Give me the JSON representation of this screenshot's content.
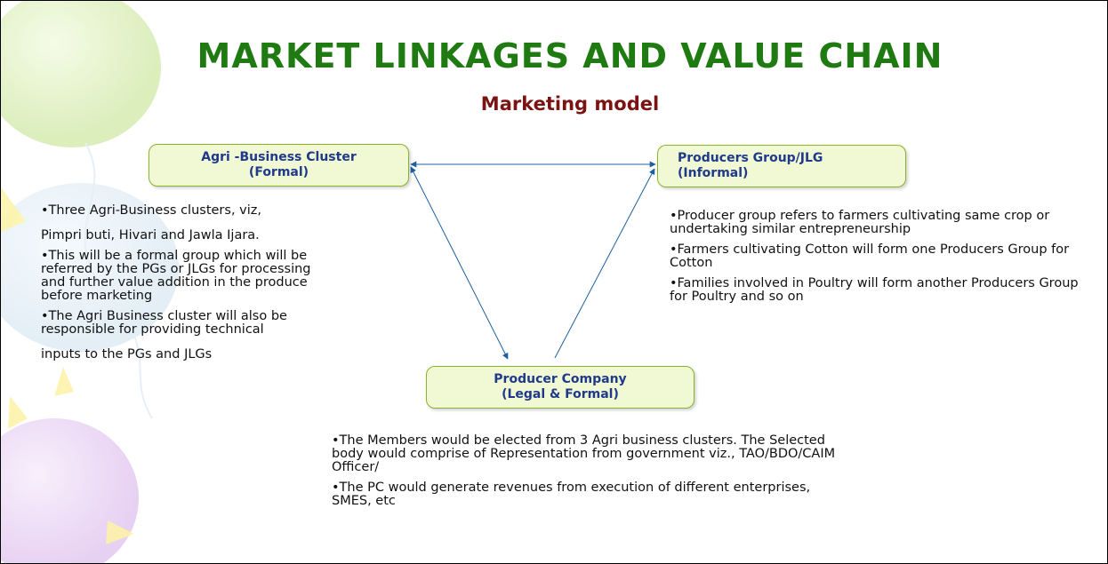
{
  "title": "MARKET LINKAGES AND VALUE CHAIN",
  "subtitle": "Marketing model",
  "nodes": {
    "abc": {
      "line1": "Agri -Business Cluster",
      "line2": "(Formal)"
    },
    "pg": {
      "line1": "Producers Group/JLG",
      "line2": "(Informal)"
    },
    "pc": {
      "line1": "Producer Company",
      "line2": "(Legal & Formal)"
    }
  },
  "left_text": {
    "b1_line1": "•Three Agri-Business clusters, viz,",
    "b1_line2": "Pimpri buti, Hivari and Jawla Ijara.",
    "b2": "•This will be a formal group which will be referred by the PGs or JLGs for processing and further value addition in the produce before marketing",
    "b3_line1": "•The Agri Business cluster will also be responsible for providing technical",
    "b3_line2": "inputs to the PGs and JLGs"
  },
  "right_text": {
    "b1": "•Producer group refers to farmers cultivating same crop or undertaking similar entrepreneurship",
    "b2": "•Farmers cultivating Cotton will form one Producers Group for Cotton",
    "b3": "•Families involved in Poultry will form another Producers Group for Poultry and so on"
  },
  "bottom_text": {
    "b1": "•The Members would be elected from 3 Agri business clusters. The Selected body would comprise of Representation from government viz., TAO/BDO/CAIM Officer/",
    "b2": "•The PC would generate revenues from execution of different enterprises, SMES, etc"
  },
  "colors": {
    "title": "#1f7a12",
    "subtitle": "#7b1313",
    "box_fill": "#f1f8d4",
    "box_border": "#8ab32a",
    "box_text": "#1f3a8a",
    "arrow": "#1c5fa0"
  }
}
